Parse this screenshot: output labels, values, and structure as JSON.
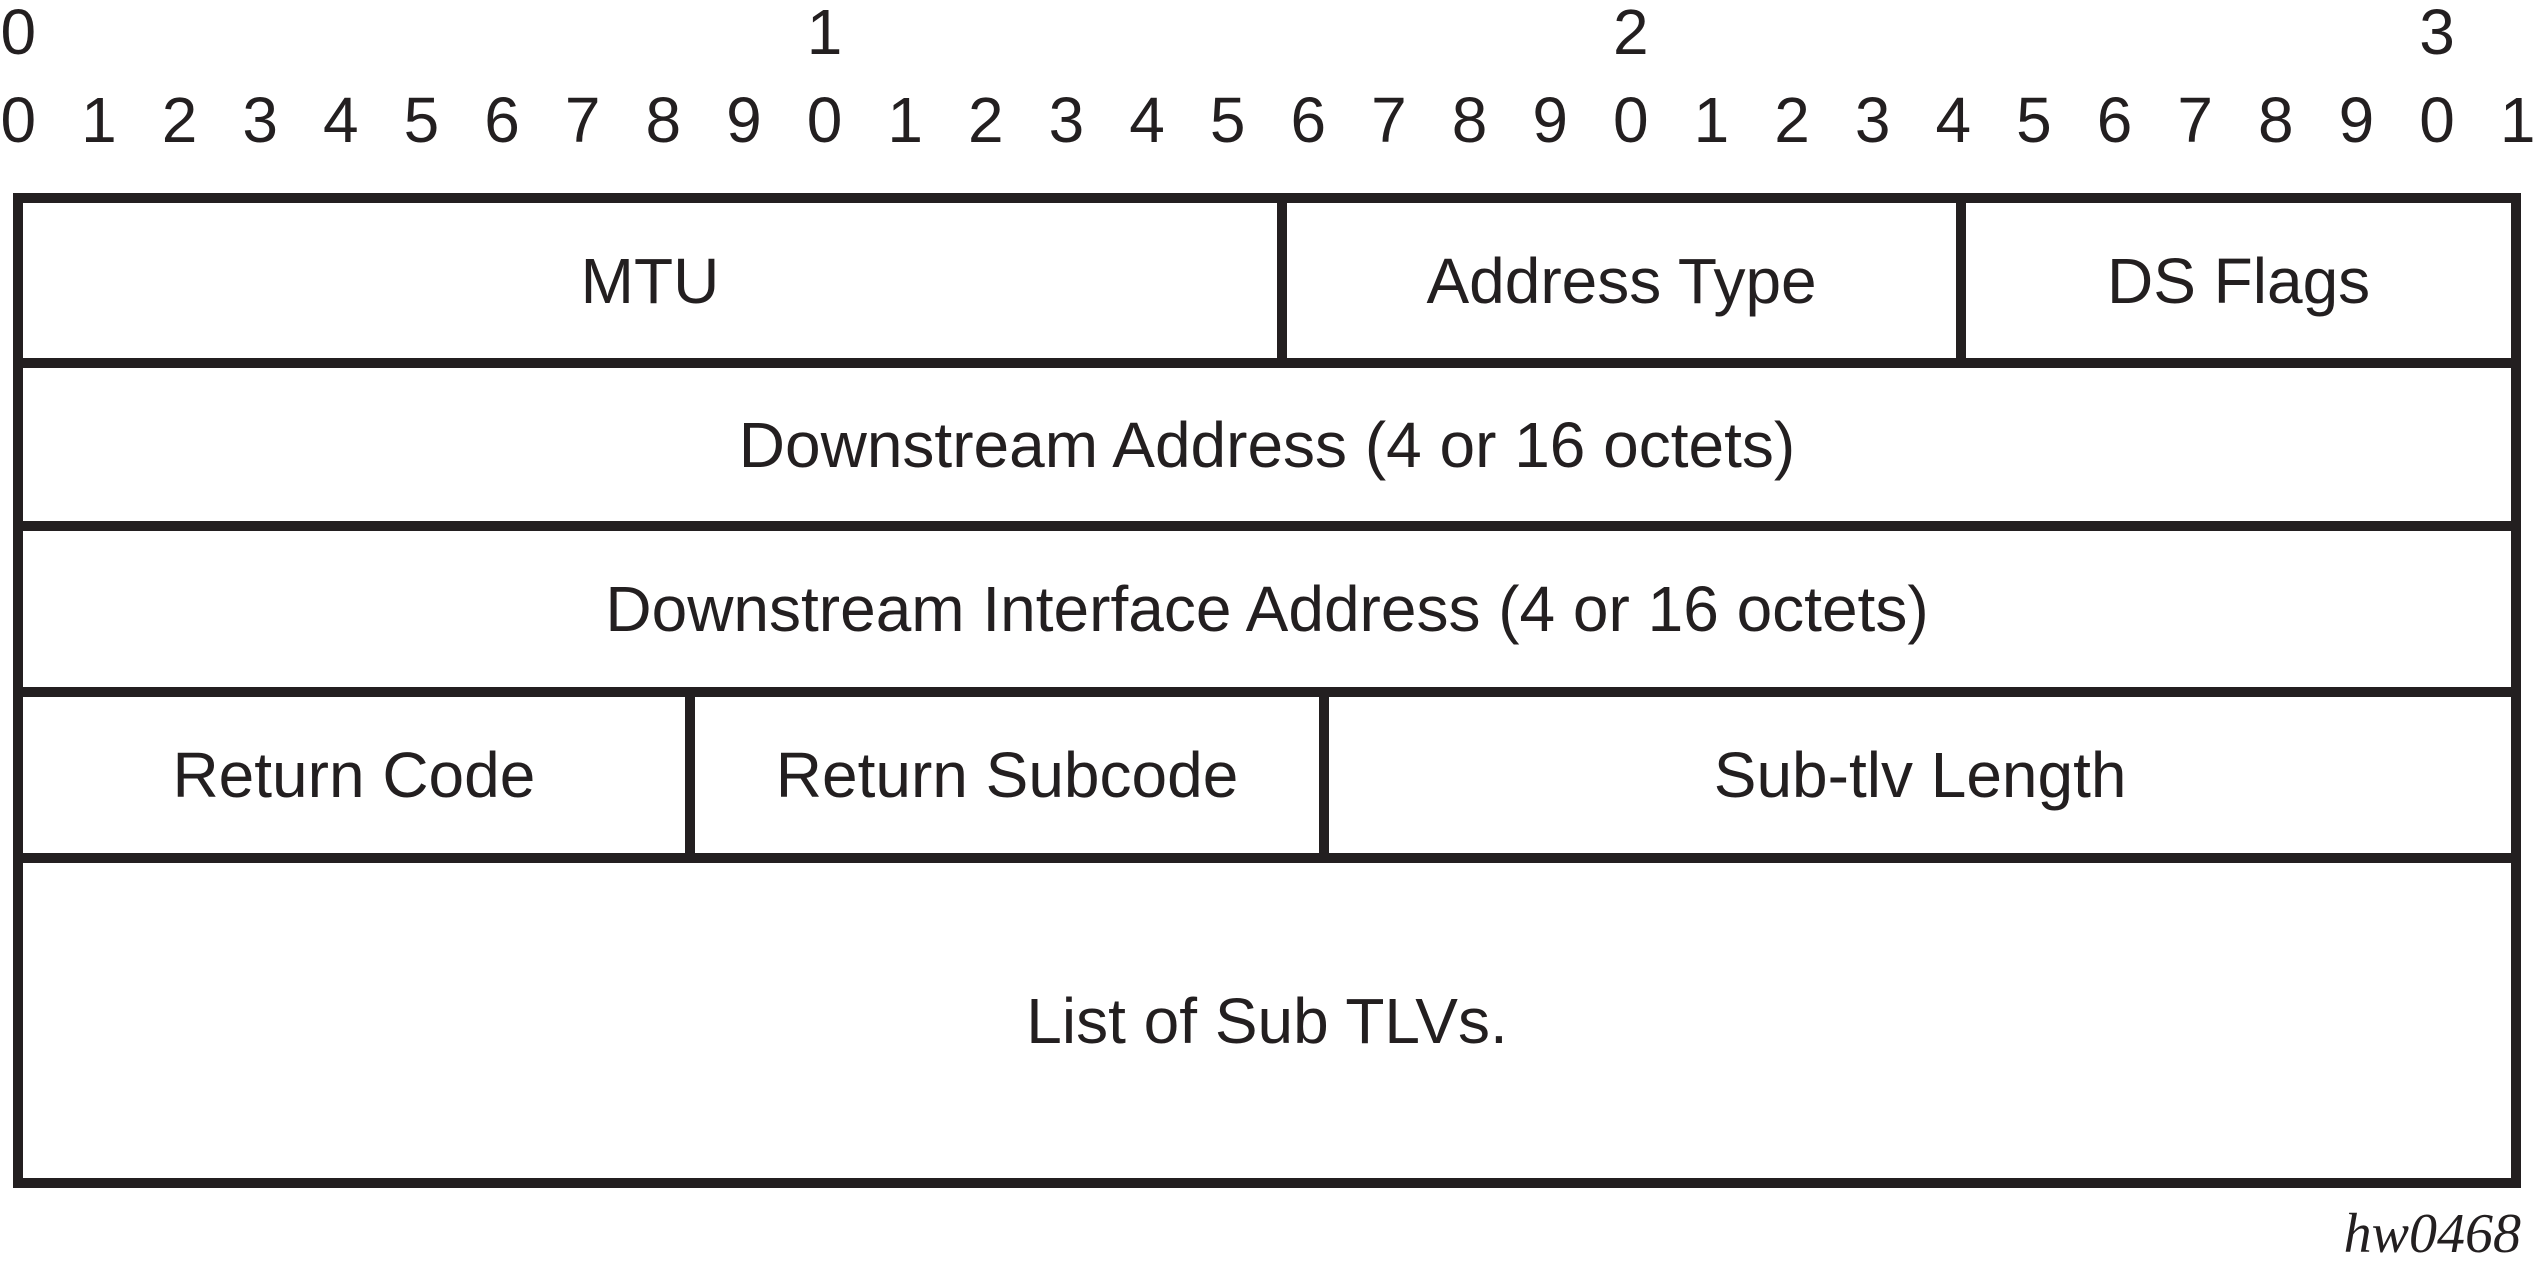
{
  "diagram": {
    "figure_id": "hw0468",
    "line_color": "#231f20",
    "background_color": "#ffffff",
    "ruler": {
      "tens_row": [
        "0",
        "",
        "",
        "",
        "",
        "",
        "",
        "",
        "",
        "",
        "1",
        "",
        "",
        "",
        "",
        "",
        "",
        "",
        "",
        "",
        "2",
        "",
        "",
        "",
        "",
        "",
        "",
        "",
        "",
        "",
        "3",
        ""
      ],
      "bits_row": [
        "0",
        "1",
        "2",
        "3",
        "4",
        "5",
        "6",
        "7",
        "8",
        "9",
        "0",
        "1",
        "2",
        "3",
        "4",
        "5",
        "6",
        "7",
        "8",
        "9",
        "0",
        "1",
        "2",
        "3",
        "4",
        "5",
        "6",
        "7",
        "8",
        "9",
        "0",
        "1"
      ]
    },
    "rows": [
      {
        "cells": [
          {
            "label": "MTU",
            "bits": 16
          },
          {
            "label": "Address Type",
            "bits": 8
          },
          {
            "label": "DS Flags",
            "bits": 8
          }
        ]
      },
      {
        "cells": [
          {
            "label": "Downstream Address (4 or 16 octets)",
            "bits": 32
          }
        ]
      },
      {
        "cells": [
          {
            "label": "Downstream Interface Address (4 or 16 octets)",
            "bits": 32
          }
        ]
      },
      {
        "cells": [
          {
            "label": "Return Code",
            "bits": 8
          },
          {
            "label": "Return Subcode",
            "bits": 8
          },
          {
            "label": "Sub-tlv Length",
            "bits": 16
          }
        ]
      },
      {
        "cells": [
          {
            "label": "List of Sub TLVs.",
            "bits": 32
          }
        ]
      }
    ]
  }
}
